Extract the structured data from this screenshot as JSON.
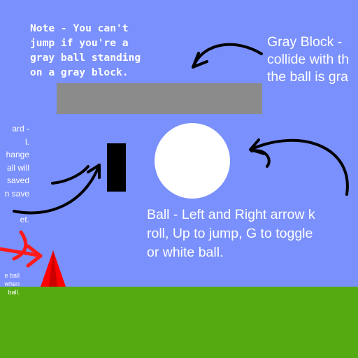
{
  "notes": {
    "note_text": "Note - You can't\njump if you're a\ngray ball standing\non a gray block.",
    "gray_block_hint": "Gray Block -\ncollide with th\nthe ball is gra",
    "ball_hint": "Ball - Left and Right arrow k\nroll, Up to jump, G to toggle\nor white ball.",
    "left_hint": "ard -\nl.\nhange\nall will\nsaved\nn save\n\net.",
    "spike_hint": "e ball\nwhen\nball."
  },
  "icons": {
    "arrow_black": "curved-arrow",
    "arrow_red": "curved-arrow-red"
  },
  "colors": {
    "sky": "#7a90fc",
    "ground": "#55aa11",
    "gray_block": "#8b8b8b",
    "ball": "#ffffff",
    "black_object": "#000000",
    "spike": "#ff0000",
    "arrow_black": "#000000",
    "arrow_red": "#ff1a1a"
  }
}
